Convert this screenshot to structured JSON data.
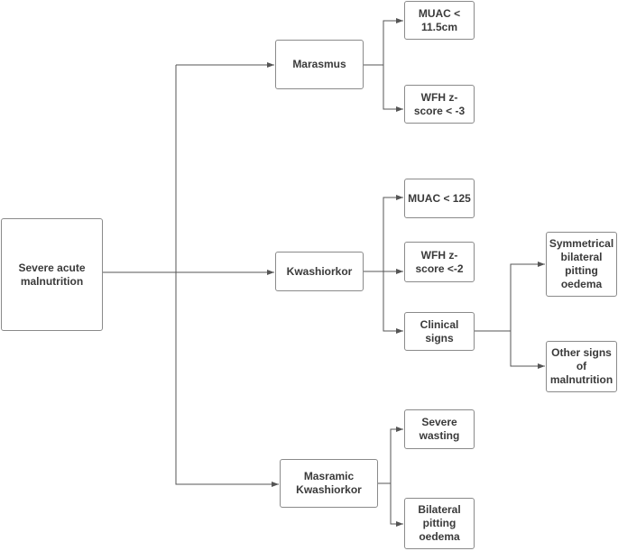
{
  "nodes": {
    "sam": "Severe acute malnutrition",
    "marasmus": "Marasmus",
    "muac_115": "MUAC < 11.5cm",
    "wfh_3": "WFH z-score < -3",
    "kwashiorkor": "Kwashiorkor",
    "muac_125": "MUAC < 125",
    "wfh_2": "WFH z-score <-2",
    "clinical": "Clinical signs",
    "symmetrical": "Symmetrical bilateral pitting oedema",
    "other_signs": "Other signs of malnutrition",
    "masramic": "Masramic Kwashiorkor",
    "severe_wasting": "Severe wasting",
    "bilateral": "Bilateral pitting oedema"
  },
  "colors": {
    "line": "#555555",
    "border": "#8a8a8a",
    "text": "#3a3a3a"
  }
}
